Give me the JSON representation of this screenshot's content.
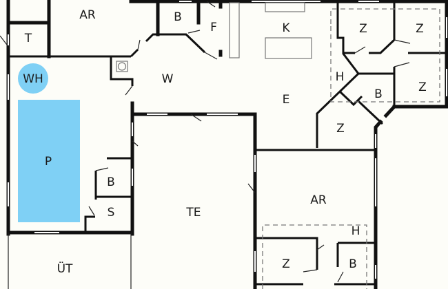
{
  "plan": {
    "colors": {
      "water": "#7fd0f5",
      "wall": "#111111",
      "background": "#fdfdf8"
    },
    "rooms": {
      "ar_top": "AR",
      "t": "T",
      "wh": "WH",
      "p": "P",
      "b_left": "B",
      "s": "S",
      "ut": "ÜT",
      "te": "TE",
      "w": "W",
      "b_top": "B",
      "f": "F",
      "k": "K",
      "e": "E",
      "h_top": "H",
      "z1": "Z",
      "z2": "Z",
      "z3": "Z",
      "b_right": "B",
      "z4": "Z",
      "ar_right": "AR",
      "h_bottom": "H",
      "z5": "Z",
      "b_bottom": "B"
    }
  }
}
